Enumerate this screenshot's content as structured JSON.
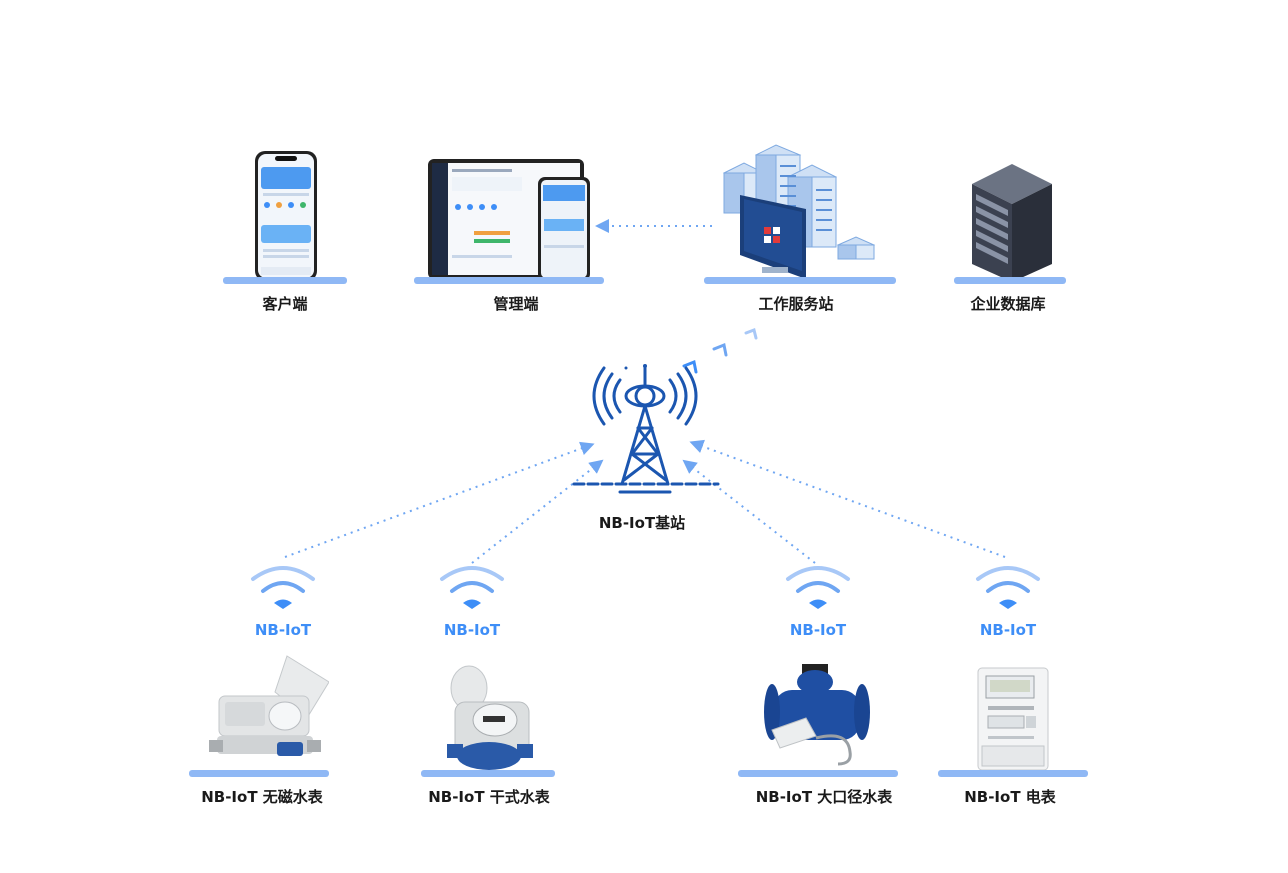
{
  "top": {
    "client": "客户端",
    "admin": "管理端",
    "server": "工作服务站",
    "database": "企业数据库"
  },
  "tower": {
    "label": "NB-IoT基站"
  },
  "signal_label": "NB-IoT",
  "devices": {
    "d1": "NB-IoT 无磁水表",
    "d2": "NB-IoT 干式水表",
    "d3": "NB-IoT 大口径水表",
    "d4": "NB-IoT 电表"
  },
  "colors": {
    "accent": "#3e8ef7",
    "tower": "#1b56b0",
    "pedestal": "#8fb8f5"
  }
}
